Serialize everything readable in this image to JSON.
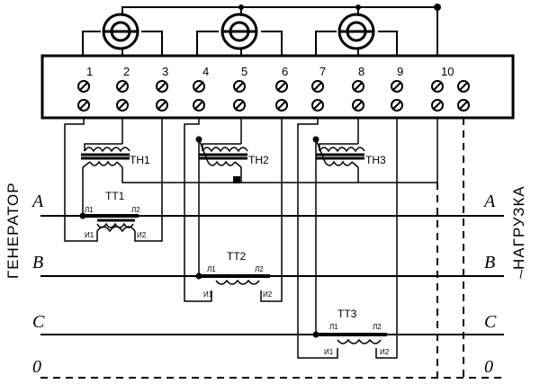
{
  "terminals": [
    "1",
    "2",
    "3",
    "4",
    "5",
    "6",
    "7",
    "8",
    "9",
    "10"
  ],
  "voltage_transformers": [
    "ТН1",
    "ТН2",
    "ТН3"
  ],
  "current_transformers": [
    {
      "label": "ТТ1",
      "primary_left": "Л1",
      "primary_right": "Л2",
      "secondary_left": "И1",
      "secondary_right": "И2"
    },
    {
      "label": "ТТ2",
      "primary_left": "Л1",
      "primary_right": "Л2",
      "secondary_left": "И1",
      "secondary_right": "И2"
    },
    {
      "label": "ТТ3",
      "primary_left": "Л1",
      "primary_right": "Л2",
      "secondary_left": "И1",
      "secondary_right": "И2"
    }
  ],
  "phases_left": [
    "A",
    "B",
    "C",
    "0"
  ],
  "phases_right": [
    "A",
    "B",
    "C",
    "0"
  ],
  "side_left": "ГЕНЕРАТОР",
  "side_right": "НАГРУЗКА"
}
